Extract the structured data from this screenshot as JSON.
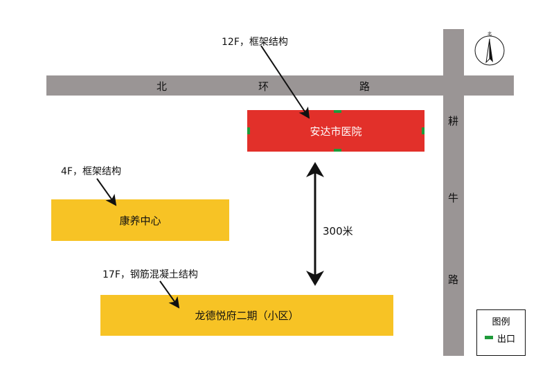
{
  "roads": {
    "north_ring": {
      "chars": [
        "北",
        "环",
        "路"
      ]
    },
    "gengniu": {
      "chars": [
        "耕",
        "牛",
        "路"
      ]
    }
  },
  "compass": {
    "label": "北",
    "icon": "north-arrow-icon"
  },
  "buildings": {
    "hospital": {
      "name": "安达市医院",
      "note": "12F，框架结构",
      "color": "#e2302a",
      "exit_count": 4
    },
    "care_center": {
      "name": "康养中心",
      "note": "4F，框架结构",
      "color": "#f7c325"
    },
    "residence": {
      "name": "龙德悦府二期（小区）",
      "note": "17F，钢筋混凝土结构",
      "color": "#f7c325"
    }
  },
  "distance": {
    "label": "300米"
  },
  "legend": {
    "title": "图例",
    "exit_label": "出口",
    "exit_color": "#1f9a3a"
  }
}
